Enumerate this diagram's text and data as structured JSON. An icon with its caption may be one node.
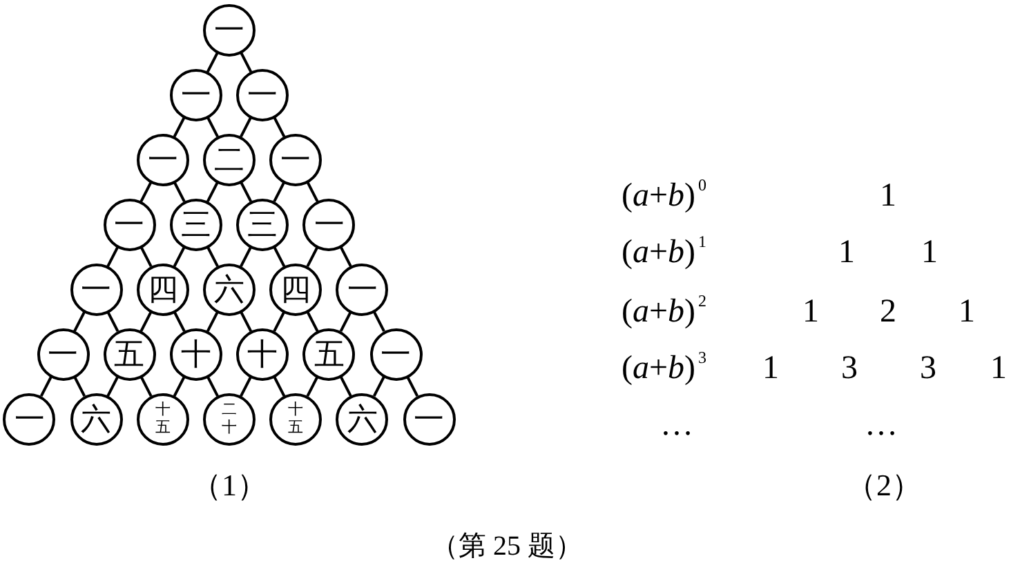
{
  "diagram": {
    "caption": "（第 25 题）",
    "nodes": [
      {
        "text": [
          "一"
        ]
      },
      {
        "text": [
          "一"
        ]
      },
      {
        "text": [
          "一"
        ]
      },
      {
        "text": [
          "一"
        ]
      },
      {
        "text": [
          "二"
        ]
      },
      {
        "text": [
          "一"
        ]
      },
      {
        "text": [
          "一"
        ]
      },
      {
        "text": [
          "三"
        ]
      },
      {
        "text": [
          "三"
        ]
      },
      {
        "text": [
          "一"
        ]
      },
      {
        "text": [
          "一"
        ]
      },
      {
        "text": [
          "四"
        ]
      },
      {
        "text": [
          "六"
        ]
      },
      {
        "text": [
          "四"
        ]
      },
      {
        "text": [
          "一"
        ]
      },
      {
        "text": [
          "一"
        ]
      },
      {
        "text": [
          "五"
        ]
      },
      {
        "text": [
          "十"
        ]
      },
      {
        "text": [
          "十"
        ]
      },
      {
        "text": [
          "五"
        ]
      },
      {
        "text": [
          "一"
        ]
      },
      {
        "text": [
          "一"
        ]
      },
      {
        "text": [
          "六"
        ]
      },
      {
        "text": [
          "十五"
        ]
      },
      {
        "text": [
          "二十"
        ]
      },
      {
        "text": [
          "十五"
        ]
      },
      {
        "text": [
          "六"
        ]
      },
      {
        "text": [
          "一"
        ]
      }
    ],
    "edges": [
      {
        "from": 0,
        "to": 1,
        "arrow": "none"
      },
      {
        "from": 0,
        "to": 2,
        "arrow": "none"
      },
      {
        "from": 1,
        "to": 3,
        "arrow": "none"
      },
      {
        "from": 1,
        "to": 4,
        "arrow": "none"
      },
      {
        "from": 2,
        "to": 4,
        "arrow": "none"
      },
      {
        "from": 2,
        "to": 5,
        "arrow": "none"
      },
      {
        "from": 3,
        "to": 6,
        "arrow": "none"
      },
      {
        "from": 3,
        "to": 7,
        "arrow": "none"
      },
      {
        "from": 4,
        "to": 7,
        "arrow": "none"
      },
      {
        "from": 4,
        "to": 8,
        "arrow": "none"
      },
      {
        "from": 5,
        "to": 8,
        "arrow": "none"
      },
      {
        "from": 5,
        "to": 9,
        "arrow": "none"
      },
      {
        "from": 6,
        "to": 10,
        "arrow": "none"
      },
      {
        "from": 6,
        "to": 11,
        "arrow": "none"
      },
      {
        "from": 7,
        "to": 11,
        "arrow": "none"
      },
      {
        "from": 7,
        "to": 12,
        "arrow": "none"
      },
      {
        "from": 8,
        "to": 12,
        "arrow": "none"
      },
      {
        "from": 8,
        "to": 13,
        "arrow": "none"
      },
      {
        "from": 9,
        "to": 13,
        "arrow": "none"
      },
      {
        "from": 9,
        "to": 14,
        "arrow": "none"
      },
      {
        "from": 10,
        "to": 15,
        "arrow": "none"
      },
      {
        "from": 10,
        "to": 16,
        "arrow": "none"
      },
      {
        "from": 11,
        "to": 16,
        "arrow": "none"
      },
      {
        "from": 11,
        "to": 17,
        "arrow": "none"
      },
      {
        "from": 12,
        "to": 17,
        "arrow": "none"
      },
      {
        "from": 12,
        "to": 18,
        "arrow": "none"
      },
      {
        "from": 13,
        "to": 18,
        "arrow": "none"
      },
      {
        "from": 13,
        "to": 19,
        "arrow": "none"
      },
      {
        "from": 14,
        "to": 19,
        "arrow": "none"
      },
      {
        "from": 14,
        "to": 20,
        "arrow": "none"
      },
      {
        "from": 15,
        "to": 21,
        "arrow": "none"
      },
      {
        "from": 15,
        "to": 22,
        "arrow": "none"
      },
      {
        "from": 16,
        "to": 22,
        "arrow": "none"
      },
      {
        "from": 16,
        "to": 23,
        "arrow": "none"
      },
      {
        "from": 17,
        "to": 23,
        "arrow": "none"
      },
      {
        "from": 17,
        "to": 24,
        "arrow": "none"
      },
      {
        "from": 18,
        "to": 24,
        "arrow": "none"
      },
      {
        "from": 18,
        "to": 25,
        "arrow": "none"
      },
      {
        "from": 19,
        "to": 25,
        "arrow": "none"
      },
      {
        "from": 19,
        "to": 26,
        "arrow": "none"
      },
      {
        "from": 20,
        "to": 26,
        "arrow": "none"
      },
      {
        "from": 20,
        "to": 27,
        "arrow": "none"
      }
    ],
    "labels": [
      "(*a*+*b*)$^{0}$",
      "1",
      "(*a*+*b*)$^{1}$",
      "1",
      "1",
      "(*a*+*b*)$^{2}$",
      "1",
      "2",
      "1",
      "(*a*+*b*)$^{3}$",
      "1",
      "3",
      "3",
      "1",
      "…",
      "…",
      "（1）",
      "（2）"
    ]
  }
}
